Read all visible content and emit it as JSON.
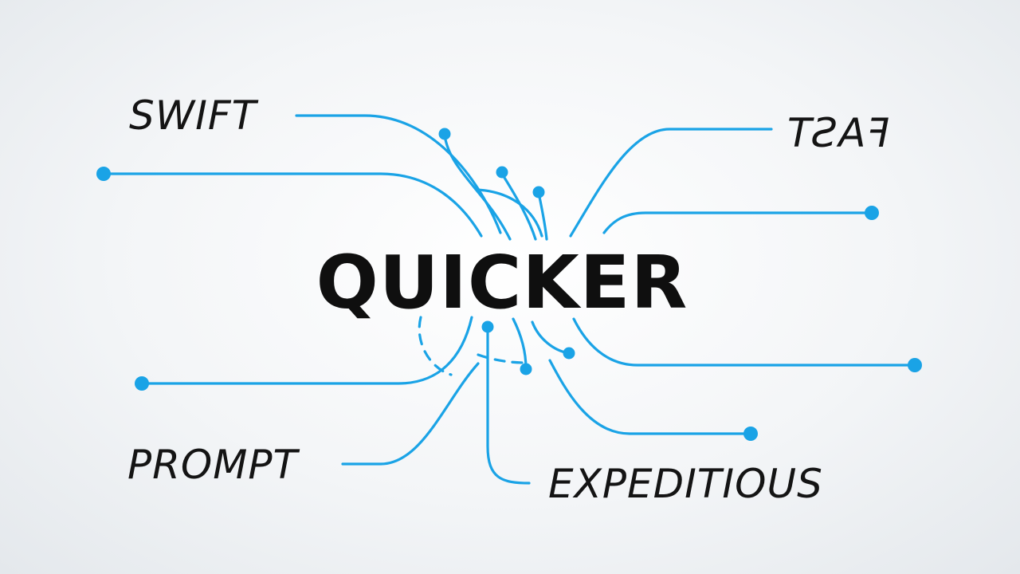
{
  "diagram": {
    "center_word": "QUICKER",
    "words": {
      "swift": "SWIFT",
      "fast_mirrored": "TꙄAꟻ",
      "prompt": "PROMPT",
      "expeditious": "EXPEDITIOUS"
    }
  },
  "colors": {
    "accent": "#1aa3e6",
    "text": "#141414",
    "background": "#f3f5f7"
  }
}
